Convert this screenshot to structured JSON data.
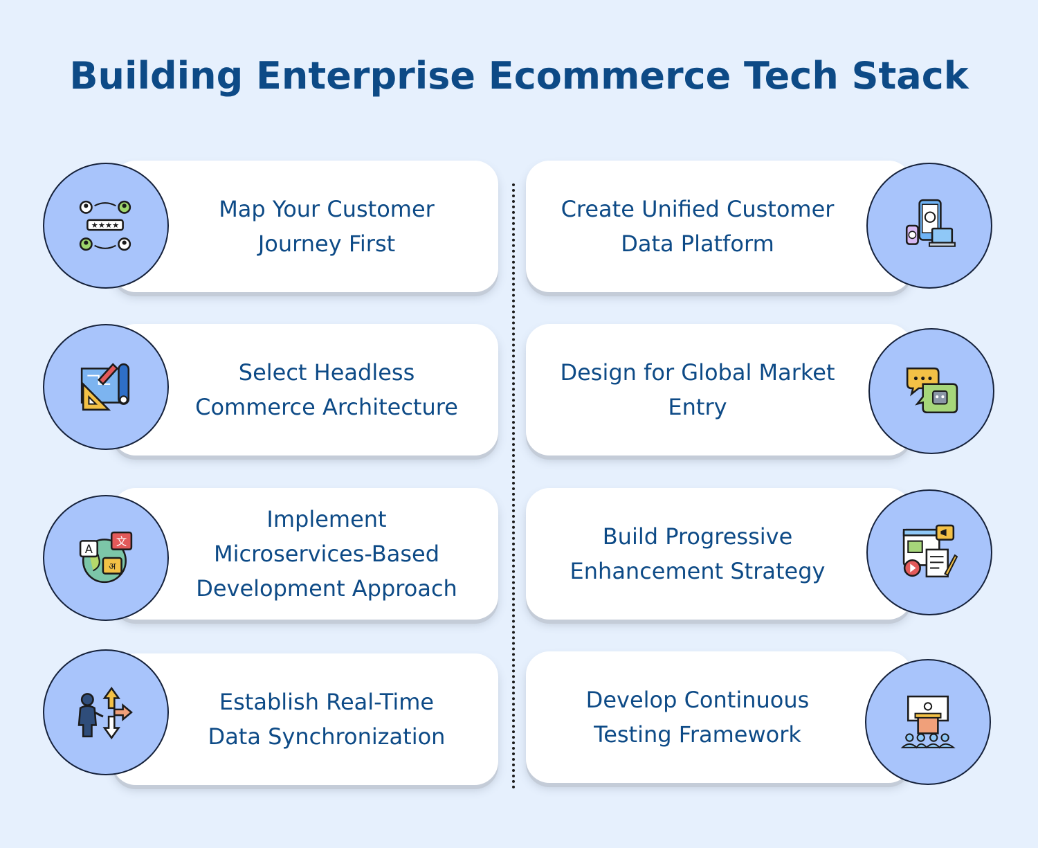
{
  "title": "Building Enterprise Ecommerce Tech Stack",
  "colors": {
    "background": "#e6f0fd",
    "title": "#0d4a86",
    "card": "#ffffff",
    "circle": "#a8c4fb"
  },
  "steps": [
    {
      "label": "Map Your Customer\nJourney First",
      "icon": "customer-journey-icon"
    },
    {
      "label": "Create Unified Customer\nData Platform",
      "icon": "devices-data-icon"
    },
    {
      "label": "Select Headless\nCommerce Architecture",
      "icon": "architecture-blueprint-icon"
    },
    {
      "label": "Design for Global Market\nEntry",
      "icon": "chat-bubbles-icon"
    },
    {
      "label": "Implement\nMicroservices-Based\nDevelopment Approach",
      "icon": "globe-translation-icon"
    },
    {
      "label": "Build Progressive\nEnhancement Strategy",
      "icon": "content-media-icon"
    },
    {
      "label": "Establish Real-Time\nData Synchronization",
      "icon": "decision-arrows-icon"
    },
    {
      "label": "Develop Continuous\nTesting Framework",
      "icon": "presentation-audience-icon"
    }
  ]
}
